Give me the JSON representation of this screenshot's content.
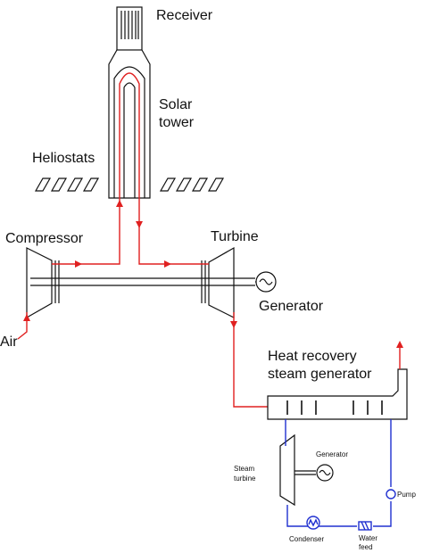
{
  "labels": {
    "receiver": "Receiver",
    "solar_tower_line1": "Solar",
    "solar_tower_line2": "tower",
    "heliostats": "Heliostats",
    "compressor": "Compressor",
    "turbine": "Turbine",
    "generator": "Generator",
    "air": "Air",
    "hrsg_line1": "Heat recovery",
    "hrsg_line2": "steam generator",
    "steam_turbine_line1": "Steam",
    "steam_turbine_line2": "turbine",
    "small_generator": "Generator",
    "pump": "Pump",
    "condenser": "Condenser",
    "water_feed_line1": "Water",
    "water_feed_line2": "feed"
  },
  "colors": {
    "hot_air_flow": "#e02020",
    "steam_water_loop": "#2030d0",
    "equipment_outline": "#111111"
  }
}
